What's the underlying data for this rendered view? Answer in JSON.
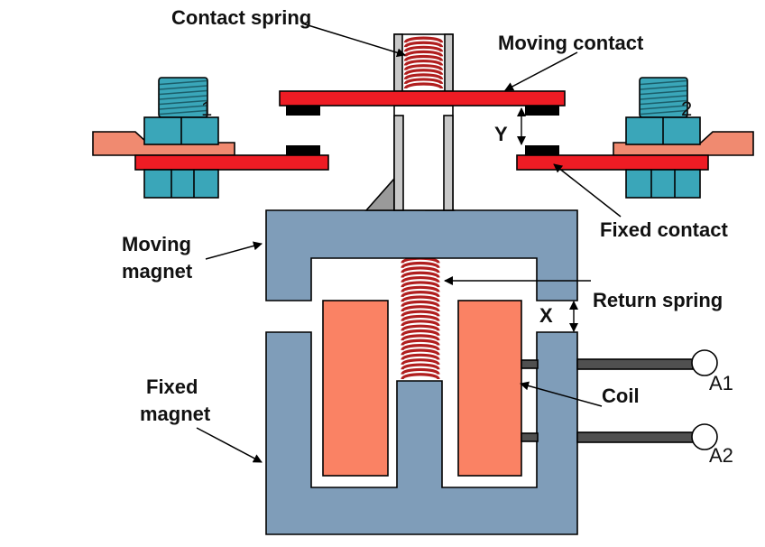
{
  "labels": {
    "contact_spring": "Contact spring",
    "moving_contact": "Moving contact",
    "fixed_contact": "Fixed contact",
    "moving_magnet_line1": "Moving",
    "moving_magnet_line2": "magnet",
    "return_spring": "Return spring",
    "fixed_magnet_line1": "Fixed",
    "fixed_magnet_line2": "magnet",
    "coil": "Coil",
    "gap_x": "X",
    "gap_y": "Y",
    "terminal_1": "1",
    "terminal_2": "2",
    "terminal_a1": "A1",
    "terminal_a2": "A2"
  },
  "colors": {
    "magnet": "#7f9db9",
    "contact_bar": "#ee1c24",
    "spring": "#b01e1e",
    "coil": "#fa8264",
    "terminal_plate": "#f08a70",
    "nut": "#3aa6b9",
    "contact_pad": "#000000",
    "lead_wire": "#404040"
  }
}
